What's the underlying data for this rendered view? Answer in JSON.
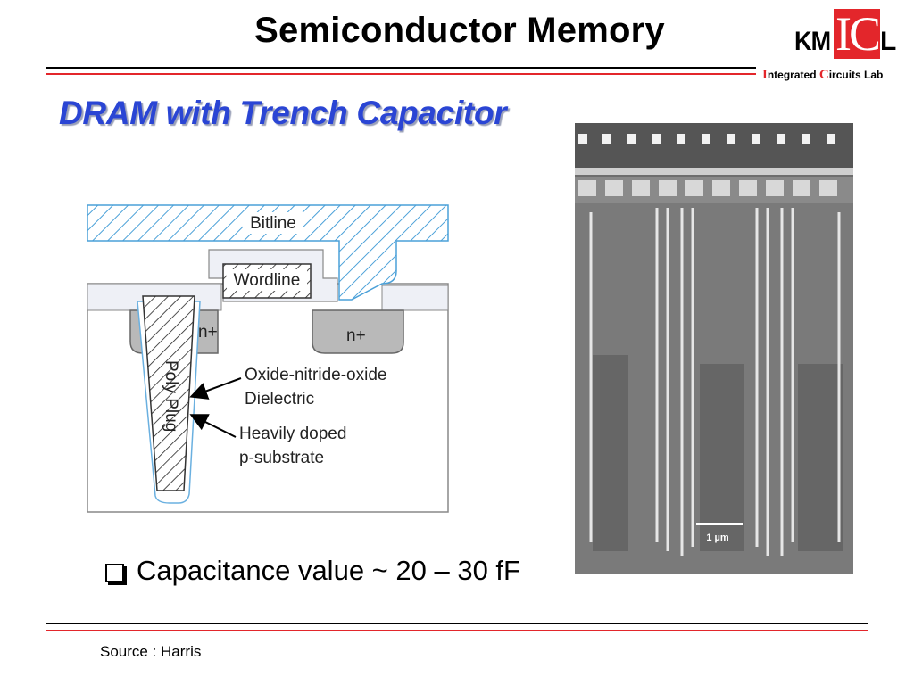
{
  "header": {
    "title": "Semiconductor Memory",
    "logo": {
      "km": "KM",
      "ic": "IC",
      "l": "L",
      "sub_i": "I",
      "sub_ntegrated": "ntegrated ",
      "sub_c": "C",
      "sub_ircuits": "ircuits Lab"
    }
  },
  "slide": {
    "subtitle": "DRAM with Trench Capacitor",
    "diagram_labels": {
      "bitline": "Bitline",
      "wordline": "Wordline",
      "n_plus_left": "n+",
      "n_plus_right": "n+",
      "poly_plug": "Poly Plug",
      "dielectric_1": "Oxide-nitride-oxide",
      "dielectric_2": "Dielectric",
      "substrate_1": "Heavily doped",
      "substrate_2": "p-substrate"
    },
    "micrograph_scale": "1 µm",
    "bullet": "Capacitance value ~ 20 – 30 fF"
  },
  "footer": {
    "source": "Source : Harris"
  },
  "colors": {
    "accent_red": "#e3262b",
    "subtitle_blue": "#2a45d4",
    "hatch_blue": "#4aa0d8",
    "gray_region": "#b9b9b9"
  }
}
